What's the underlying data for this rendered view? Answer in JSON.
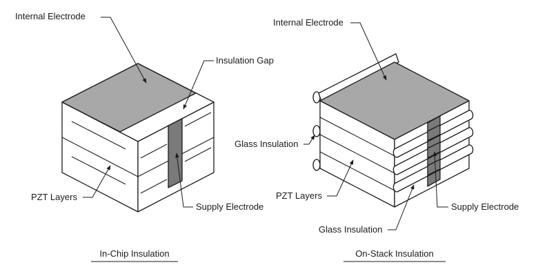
{
  "colors": {
    "electrode_top": "#a8a8a8",
    "supply_electrode": "#7a7a7a",
    "outline": "#1a1a1a",
    "background": "#ffffff"
  },
  "left_diagram": {
    "caption": "In-Chip Insulation",
    "labels": {
      "internal_electrode": "Internal Electrode",
      "insulation_gap": "Insulation Gap",
      "pzt_layers": "PZT Layers",
      "supply_electrode": "Supply Electrode"
    }
  },
  "right_diagram": {
    "caption": "On-Stack Insulation",
    "labels": {
      "internal_electrode": "Internal Electrode",
      "glass_insulation_side": "Glass Insulation",
      "pzt_layers": "PZT Layers",
      "glass_insulation_bottom": "Glass Insulation",
      "supply_electrode": "Supply Electrode"
    }
  }
}
